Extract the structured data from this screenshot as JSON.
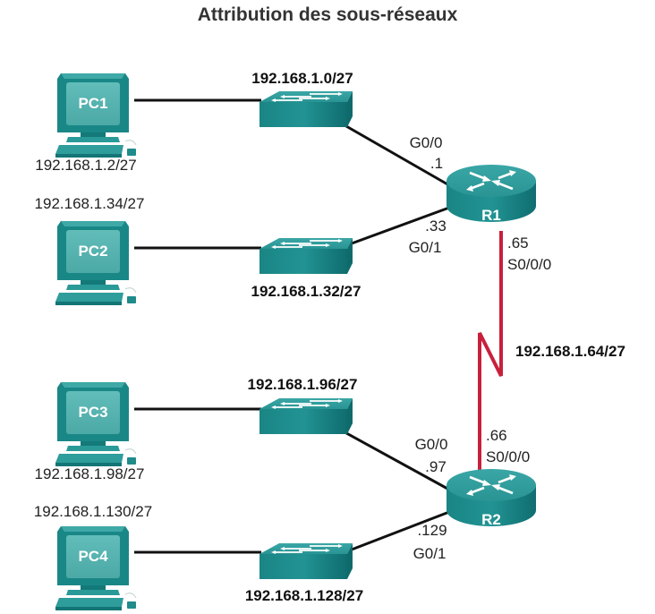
{
  "title": "Attribution des sous-réseaux",
  "colors": {
    "device_teal": "#1f8f8f",
    "device_teal_dark": "#0f6e70",
    "device_teal_light": "#5fc4c2",
    "ethernet_link": "#111111",
    "serial_link": "#c8203c"
  },
  "pcs": [
    {
      "name": "PC1",
      "ip": "192.168.1.2/27"
    },
    {
      "name": "PC2",
      "ip": "192.168.1.34/27"
    },
    {
      "name": "PC3",
      "ip": "192.168.1.98/27"
    },
    {
      "name": "PC4",
      "ip": "192.168.1.130/27"
    }
  ],
  "switches": [
    {
      "network": "192.168.1.0/27"
    },
    {
      "network": "192.168.1.32/27"
    },
    {
      "network": "192.168.1.96/27"
    },
    {
      "network": "192.168.1.128/27"
    }
  ],
  "routers": [
    {
      "name": "R1",
      "interfaces": [
        {
          "name": "G0/0",
          "host": ".1"
        },
        {
          "name": "G0/1",
          "host": ".33"
        },
        {
          "name": "S0/0/0",
          "host": ".65"
        }
      ]
    },
    {
      "name": "R2",
      "interfaces": [
        {
          "name": "G0/0",
          "host": ".97"
        },
        {
          "name": "G0/1",
          "host": ".129"
        },
        {
          "name": "S0/0/0",
          "host": ".66"
        }
      ]
    }
  ],
  "serial_link": {
    "network": "192.168.1.64/27"
  }
}
